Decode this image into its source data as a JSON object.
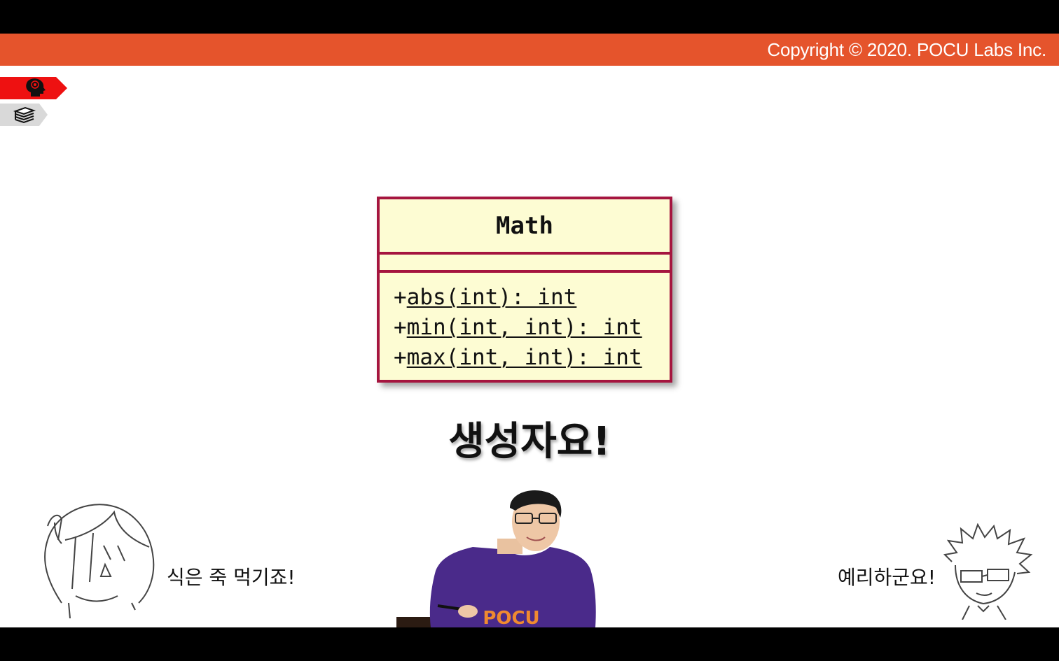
{
  "header": {
    "copyright": "Copyright © 2020. POCU Labs Inc."
  },
  "sidebar": {
    "tabs": [
      {
        "icon": "brain-head-icon",
        "color": "#ee1111"
      },
      {
        "icon": "books-icon",
        "color": "#d9d9d9"
      }
    ]
  },
  "uml_class": {
    "name": "Math",
    "operations": [
      {
        "prefix": "+",
        "signature": "abs(int): int"
      },
      {
        "prefix": "+",
        "signature": "min(int, int): int"
      },
      {
        "prefix": "+",
        "signature": "max(int, int): int"
      }
    ],
    "border_color": "#a5153f",
    "fill_color": "#fdfcd3"
  },
  "caption": "생성자요!",
  "speech": {
    "left": "식은 죽 먹기죠!",
    "right": "예리하군요!"
  },
  "presenter": {
    "shirt_text": "POCU",
    "shirt_color": "#4a2a8a"
  },
  "colors": {
    "banner": "#e5542c"
  }
}
